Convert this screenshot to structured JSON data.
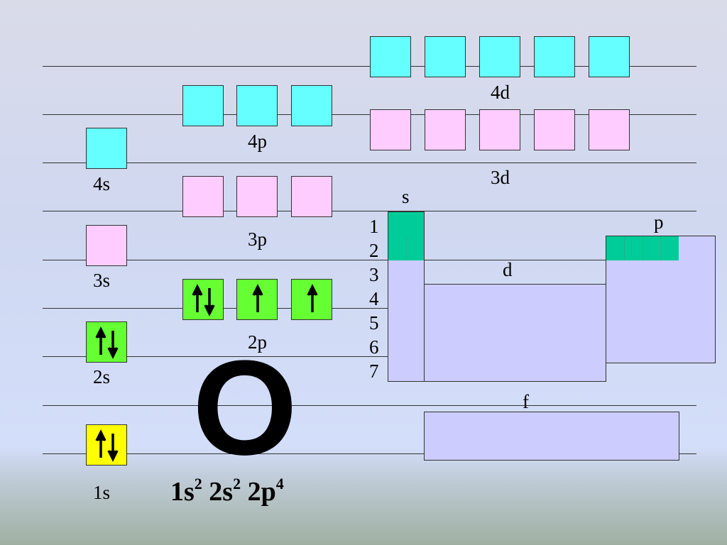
{
  "orbital_labels": {
    "s1": "1s",
    "s2": "2s",
    "s3": "3s",
    "s4": "4s",
    "p2": "2p",
    "p3": "3p",
    "p4": "4p",
    "d3": "3d",
    "d4": "4d"
  },
  "periodic_table": {
    "s_block": "s",
    "p_block": "p",
    "d_block": "d",
    "f_block": "f",
    "rows": [
      "1",
      "2",
      "3",
      "4",
      "5",
      "6",
      "7"
    ]
  },
  "element_symbol": "O",
  "electron_configuration": [
    {
      "base": "1s",
      "sup": "2"
    },
    {
      "base": "2s",
      "sup": "2"
    },
    {
      "base": "2p",
      "sup": "4"
    }
  ],
  "electron_occupancy": {
    "1s": [
      2
    ],
    "2s": [
      2
    ],
    "2p": [
      2,
      1,
      1
    ],
    "3s": [
      0
    ],
    "3p": [
      0,
      0,
      0
    ],
    "3d": [
      0,
      0,
      0,
      0,
      0
    ],
    "4s": [
      0
    ],
    "4p": [
      0,
      0,
      0
    ],
    "4d": [
      0,
      0,
      0,
      0,
      0
    ]
  },
  "colors": {
    "filled_1s": "#ffff00",
    "filled_n2": "#66ff33",
    "empty_n3": "#ffccff",
    "empty_n4": "#66ffff",
    "periodic_block": "#ccccff",
    "highlighted_cells": "#00cc99"
  }
}
